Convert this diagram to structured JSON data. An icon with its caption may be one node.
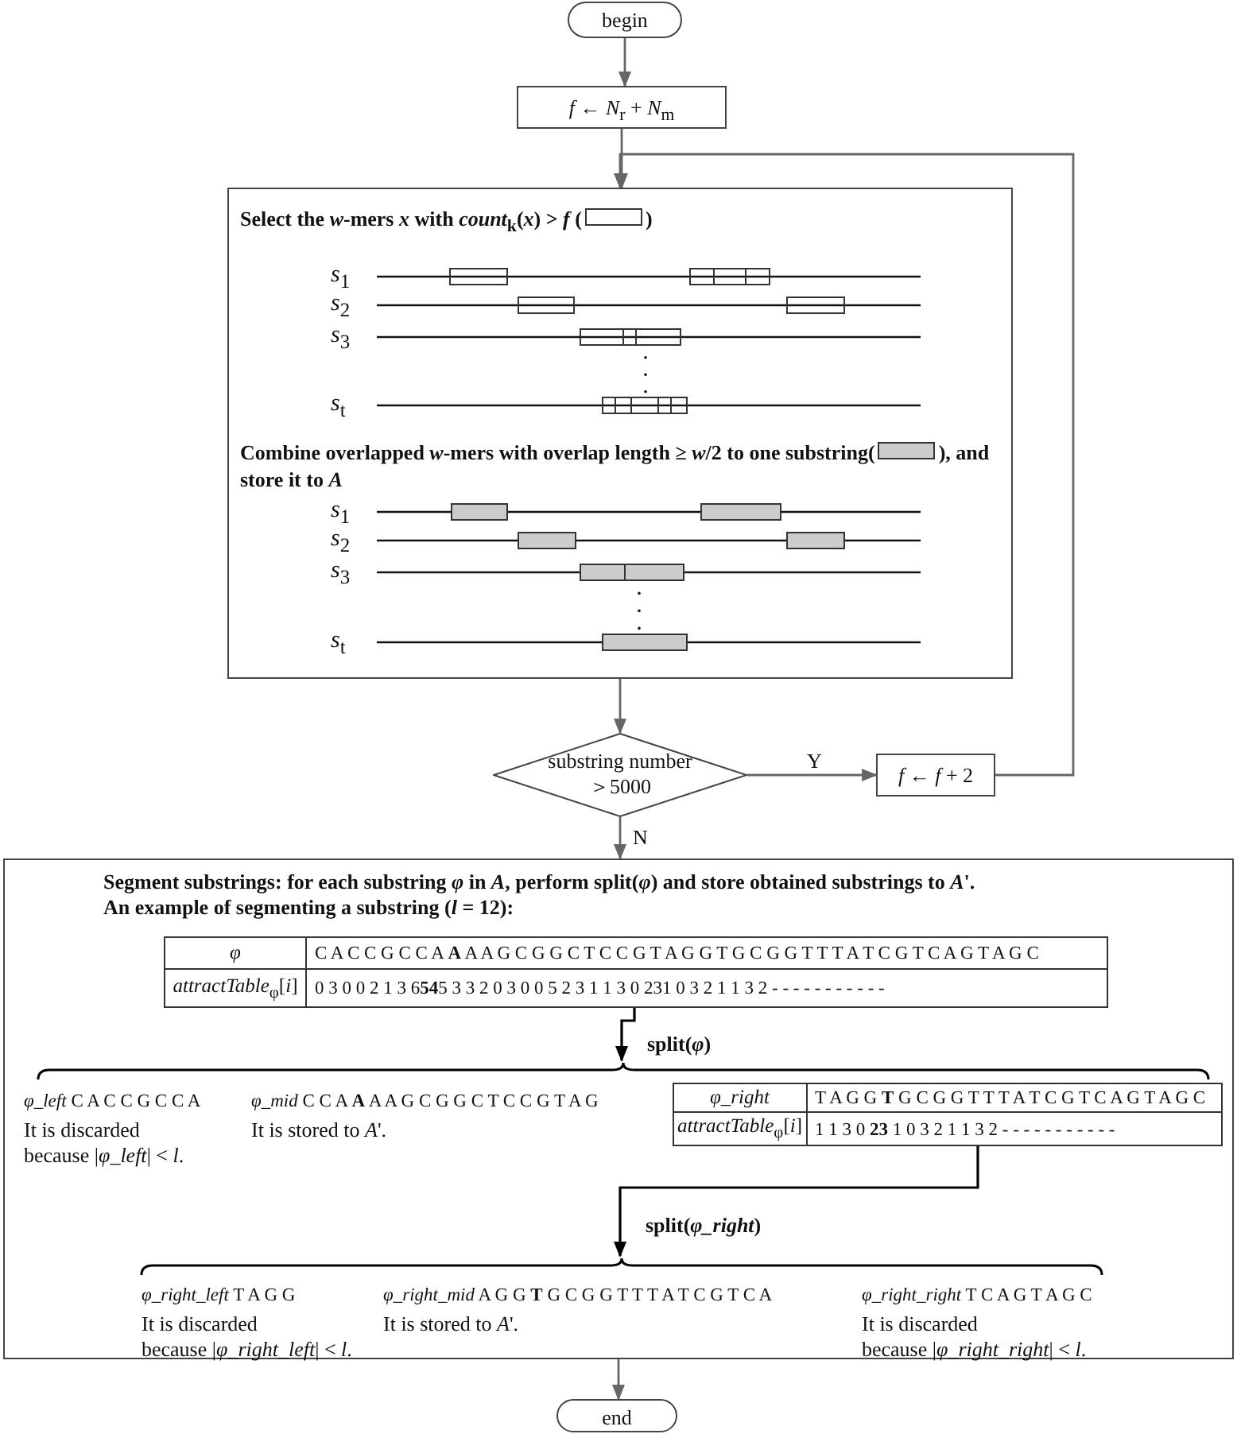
{
  "diagram": {
    "nodes": [
      {
        "text": [
          "begin"
        ]
      },
      {
        "text": [
          "*f* ← *N*$_{r}$ + *N*$_{m}$"
        ]
      },
      {
        "text": [
          "Select the *w*-mers *x* with *count*$_{k}$(*x*) > *f* (",
          ")",
          "Combine overlapped *w*-mers with overlap length ≥ *w*/2 to one substring(",
          "), and store it to *A*"
        ]
      },
      {
        "text": [
          "substring number ＞5000"
        ]
      },
      {
        "text": [
          "*f* ← *f* + 2"
        ]
      },
      {
        "text": [
          "Segment substrings: for each substring *φ* in *A*, perform split(*φ*) and store obtained substrings to *A*'.",
          "An example of segmenting a substring (*l* = 12):"
        ]
      },
      {
        "text": [
          "*φ*",
          "C A C C G C C A **A** A A G C G G C T C C G T A G G T G C G G T T T A T C G T C A G T A G C",
          "*attractTable*$_{φ}$[*i*]",
          "0 3 0 0 2 1 3 6**54**5 3 3 2 0 3 0 0 5 2 3 1 1 3 0 231 0 3 2 1 1 3 2 - - - - - - - - - - -"
        ],
        "in": 5
      },
      {
        "text": [],
        "shape": "brace",
        "in": 5
      },
      {
        "text": [
          "*φ_left* C A C C G C C A",
          "It is discarded",
          "because |*φ_left*| < *l*."
        ],
        "in": 5
      },
      {
        "text": [
          "*φ_mid* C C A **A** A A G C G G C T C C G T A G",
          "It is stored to *A*'."
        ],
        "in": 5
      },
      {
        "text": [
          "*φ_right*",
          "T A G G **T** G C G G T T T A T C G T C A G T A G C",
          "*attractTable*$_{φ}$[*i*]",
          "1 1 3 0 **23** 1 0 3 2 1 1 3 2 - - - - - - - - - - -"
        ],
        "in": 5
      },
      {
        "text": [],
        "shape": "brace",
        "in": 5
      },
      {
        "text": [
          "*φ_right_left* T A G G",
          "It is discarded",
          "because |*φ_right_left*| < *l*."
        ],
        "in": 5
      },
      {
        "text": [
          "*φ_right_mid* A G G **T** G C G G T T T A T C G T C A",
          "It is stored to *A*'."
        ],
        "in": 5
      },
      {
        "text": [
          "*φ_right_right* T C A G T A G C",
          "It is discarded",
          "because |*φ_right_right*| < *l*."
        ],
        "in": 5
      },
      {
        "text": [
          "end"
        ]
      }
    ],
    "edges": [
      {
        "from": 0,
        "to": 1,
        "arrow": "to"
      },
      {
        "from": 1,
        "to": 2,
        "arrow": "to"
      },
      {
        "from": 2,
        "to": 3,
        "arrow": "to"
      },
      {
        "from": 3,
        "to": 4,
        "arrow": "to",
        "label": "Y"
      },
      {
        "from": 4,
        "to": 2,
        "arrow": "to"
      },
      {
        "from": 3,
        "to": 5,
        "arrow": "to",
        "label": "N"
      },
      {
        "from": 6,
        "to": 7,
        "arrow": "to",
        "label": "split(*φ*)",
        "color": "#000000"
      },
      {
        "from": 10,
        "to": 11,
        "arrow": "to",
        "label": "split(*φ_right*)",
        "color": "#000000"
      },
      {
        "from": 5,
        "to": 15,
        "arrow": "to"
      }
    ],
    "labels": [
      "*s*$_{1}$",
      "*s*$_{2}$",
      "*s*$_{3}$",
      "*s*$_{t}$",
      "*s*$_{1}$",
      "*s*$_{2}$",
      "*s*$_{3}$",
      "*s*$_{t}$"
    ]
  }
}
